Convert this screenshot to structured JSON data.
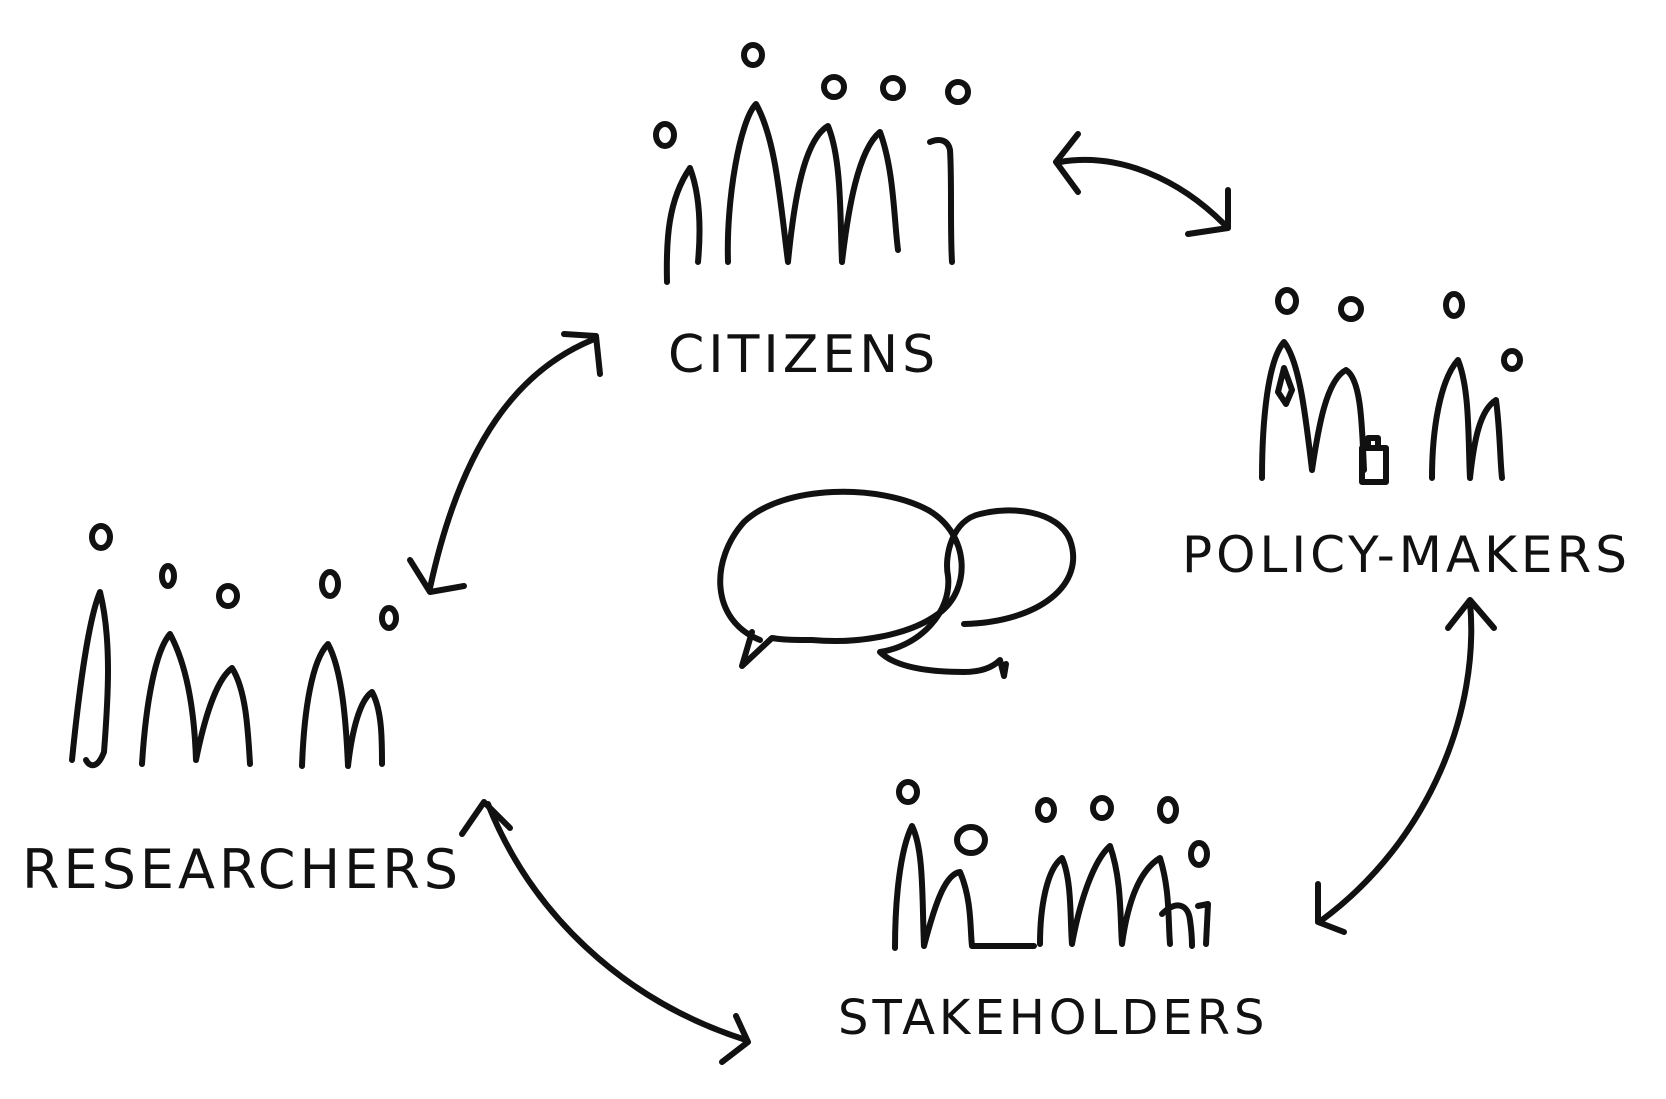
{
  "diagram": {
    "colors": {
      "ink": "#111111",
      "background": "#ffffff"
    },
    "groups": {
      "citizens": {
        "label": "CITIZENS"
      },
      "policy_makers": {
        "label": "POLICY-MAKERS"
      },
      "stakeholders": {
        "label": "STAKEHOLDERS"
      },
      "researchers": {
        "label": "RESEARCHERS"
      }
    },
    "center_icon": "speech-bubbles-icon"
  }
}
